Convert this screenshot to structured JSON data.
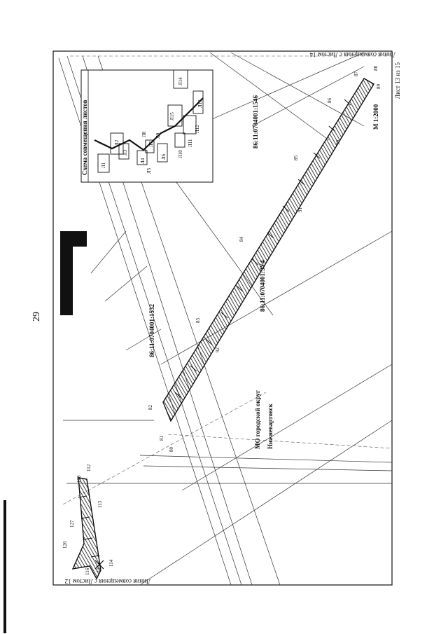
{
  "page_number": "29",
  "sheet": {
    "sheet_label": "Лист 13 из 15",
    "scale_label": "М 1:2000",
    "match_line_top": "Линия совмещения с Листом 14",
    "match_line_bottom": "Линия совмещения с Листом 12"
  },
  "parcels": {
    "parcel_1532": "86:11:0704001:1532",
    "parcel_zu4": "86:11:0704001:ЗУ4",
    "parcel_1546": "86:11:0704001:1546"
  },
  "municipality_label": {
    "line1": "МО городской округ",
    "line2": "Нижневартовск"
  },
  "inset": {
    "title": "Схема совмещения листов",
    "sheets": [
      "Л1",
      "Л2",
      "Л3",
      "Л4",
      "Л5",
      "Л6",
      "Л7",
      "Л8",
      "Л9",
      "Л10",
      "Л11",
      "Л12",
      "Л13",
      "Л14",
      "Л15"
    ]
  },
  "main_points": [
    "80",
    "81",
    "82",
    "83",
    "84",
    "85",
    "86",
    "87",
    "88",
    "89",
    "90",
    "91",
    "92"
  ],
  "left_points": [
    "112",
    "113",
    "114",
    "115",
    "116",
    "126",
    "127",
    "128"
  ]
}
